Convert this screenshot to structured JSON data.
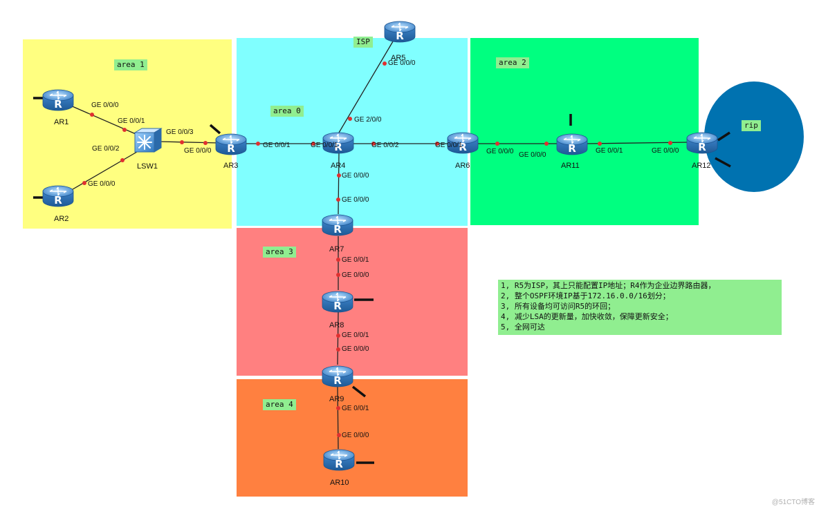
{
  "areas": {
    "area1": "area 1",
    "area0": "area 0",
    "area2": "area 2",
    "area3": "area 3",
    "area4": "area 4",
    "isp": "ISP",
    "rip": "rip"
  },
  "colors": {
    "area1": "#ffff80",
    "area0": "#80ffff",
    "area2": "#00ff80",
    "area3": "#ff8080",
    "area4": "#ff8040",
    "rip": "#0072b0",
    "notes": "#90ee90",
    "link": "#222222",
    "port": "#e03030",
    "router": "#3c82c8"
  },
  "devices": {
    "ar1": "AR1",
    "ar2": "AR2",
    "lsw1": "LSW1",
    "ar3": "AR3",
    "ar4": "AR4",
    "ar5": "AR5",
    "ar6": "AR6",
    "ar7": "AR7",
    "ar8": "AR8",
    "ar9": "AR9",
    "ar10": "AR10",
    "ar11": "AR11",
    "ar12": "AR12",
    "router_glyph": "R"
  },
  "interfaces": {
    "ar1_ge000": "GE 0/0/0",
    "lsw1_ge001": "GE 0/0/1",
    "lsw1_ge002": "GE 0/0/2",
    "ar2_ge000": "GE 0/0/0",
    "lsw1_ge003": "GE 0/0/3",
    "ar3_ge000": "GE 0/0/0",
    "ar3_ge001": "GE 0/0/1",
    "ar4_ge001": "GE 0/0/1",
    "ar4_ge200": "GE 2/0/0",
    "ar5_ge000": "GE 0/0/0",
    "ar4_ge002": "GE 0/0/2",
    "ar6_ge001": "GE 0/0/1",
    "ar6_ge000": "GE 0/0/0",
    "ar11_ge000": "GE 0/0/0",
    "ar11_ge001": "GE 0/0/1",
    "ar12_ge000": "GE 0/0/0",
    "ar4_ge000": "GE 0/0/0",
    "ar7_ge000": "GE 0/0/0",
    "ar7_ge001": "GE 0/0/1",
    "ar8_ge000": "GE 0/0/0",
    "ar8_ge001": "GE 0/0/1",
    "ar9_ge000": "GE 0/0/0",
    "ar9_ge001": "GE 0/0/1",
    "ar10_ge000": "GE 0/0/0"
  },
  "notes": [
    "1, R5为ISP，其上只能配置IP地址；R4作为企业边界路由器，",
    "2, 整个OSPF环境IP基于172.16.0.0/16划分；",
    "3, 所有设备均可访问R5的环回；",
    "4, 减少LSA的更新量，加快收敛，保障更新安全；",
    "5, 全网可达"
  ],
  "watermark": "@51CTO博客"
}
